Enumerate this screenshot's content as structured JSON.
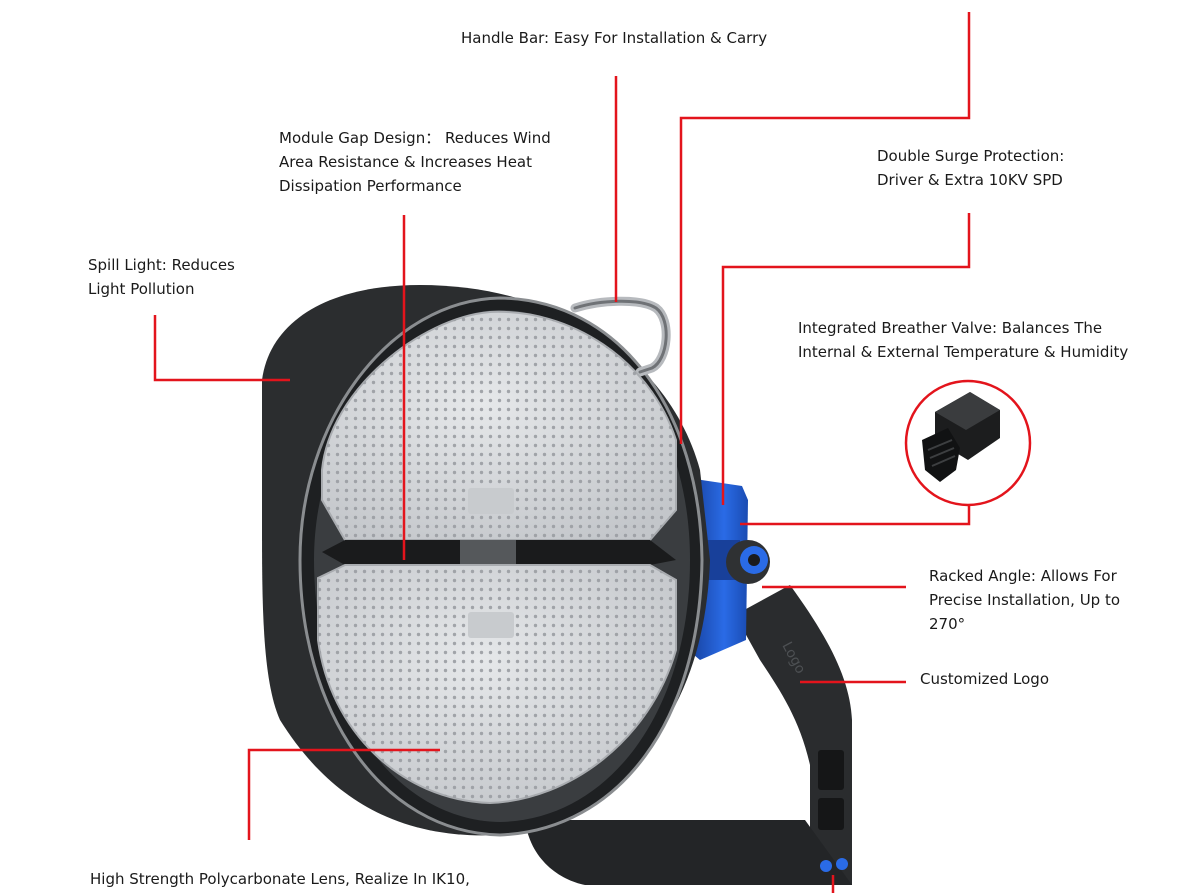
{
  "labels": {
    "handle_bar": "Handle Bar: Easy For Installation & Carry",
    "module_gap": "Module Gap Design： Reduces Wind\nArea Resistance & Increases Heat\nDissipation Performance",
    "surge": "Double Surge Protection:\nDriver & Extra 10KV SPD",
    "spill_light": "Spill Light: Reduces\nLight Pollution",
    "breather_valve": "Integrated Breather Valve: Balances The\nInternal & External Temperature & Humidity",
    "racked_angle": "Racked Angle: Allows For\nPrecise Installation, Up to\n270°",
    "logo": "Customized Logo",
    "lens": "High Strength Polycarbonate Lens, Realize In IK10,"
  },
  "bracket_text": "Logo",
  "colors": {
    "callout_line": "#e3141c",
    "housing": "#2b2d2f",
    "housing_edge": "#8a8d90",
    "driver_blue": "#1f5fd6",
    "lens": "#d4d6d9",
    "led_dot": "#9a9da2",
    "background": "#ffffff"
  },
  "icons": {
    "breather_valve": "breather-valve-icon"
  }
}
